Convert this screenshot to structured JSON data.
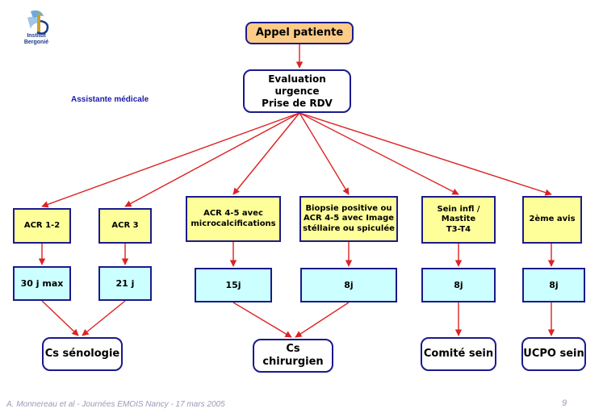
{
  "logo": {
    "text": "Institut\nBergonié"
  },
  "role_label": "Assistante médicale",
  "nodes": {
    "appel": "Appel patiente",
    "evaluation": "Evaluation urgence\nPrise de RDV",
    "acr12": "ACR 1-2",
    "acr3": "ACR 3",
    "acr45_micro": "ACR 4-5 avec\nmicrocalcifications",
    "biopsie": "Biopsie positive  ou\nACR 4-5 avec Image\nstéllaire ou spiculée",
    "sein_infl": "Sein infl /\nMastite\nT3-T4",
    "deuxieme_avis": "2ème avis",
    "delay_30j": "30 j max",
    "delay_21j": "21 j",
    "delay_15j": "15j",
    "delay_8j_a": "8j",
    "delay_8j_b": "8j",
    "delay_8j_c": "8j",
    "cs_senologie": "Cs sénologie",
    "cs_chirurgien": "Cs chirurgien",
    "comite_sein": "Comité sein",
    "ucpo_sein": "UCPO sein"
  },
  "colors": {
    "arrow": "#dd2222",
    "border": "#1a1a8c",
    "yellow": "#ffff99",
    "cyan": "#ccffff",
    "orange": "#ffcc88"
  },
  "footer": {
    "citation": "A. Monnereau et al - Journées EMOIS Nancy - 17 mars 2005",
    "page": "9"
  }
}
